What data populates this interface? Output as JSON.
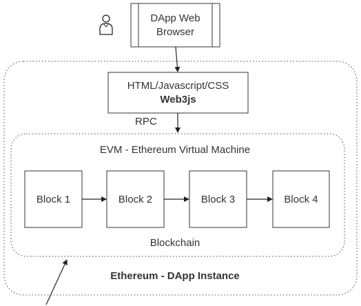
{
  "diagram": {
    "browser": {
      "line1": "DApp Web",
      "line2": "Browser",
      "user_icon": "user-icon"
    },
    "frontend": {
      "line1": "HTML/Javascript/CSS",
      "line2": "Web3js"
    },
    "rpc_label": "RPC",
    "evm_title": "EVM - Ethereum Virtual Machine",
    "blocks": [
      "Block 1",
      "Block 2",
      "Block 3",
      "Block 4"
    ],
    "blockchain_label": "Blockchain",
    "instance_label": "Ethereum - DApp Instance"
  }
}
